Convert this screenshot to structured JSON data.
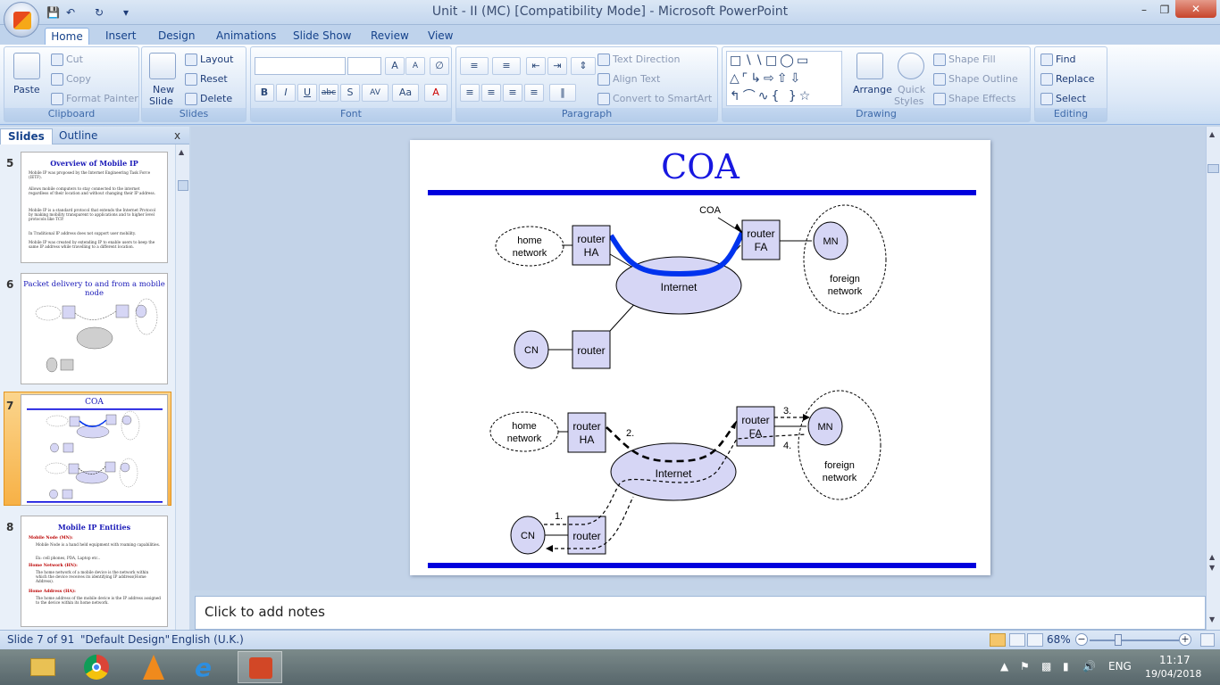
{
  "window": {
    "title": "Unit - II (MC) [Compatibility Mode] - Microsoft PowerPoint",
    "minimize": "–",
    "maximize": "❐",
    "close": "✕"
  },
  "tabs": [
    "Home",
    "Insert",
    "Design",
    "Animations",
    "Slide Show",
    "Review",
    "View"
  ],
  "active_tab": "Home",
  "ribbon": {
    "clipboard": {
      "label": "Clipboard",
      "paste": "Paste",
      "cut": "Cut",
      "copy": "Copy",
      "format_painter": "Format Painter"
    },
    "slides": {
      "label": "Slides",
      "new_slide_1": "New",
      "new_slide_2": "Slide",
      "layout": "Layout",
      "reset": "Reset",
      "delete": "Delete"
    },
    "font": {
      "label": "Font",
      "bold": "B",
      "italic": "I",
      "underline": "U",
      "strike": "abc",
      "shadow": "S",
      "spacing": "AV",
      "case": "Aa",
      "color": "A",
      "grow": "A",
      "shrink": "A"
    },
    "paragraph": {
      "label": "Paragraph",
      "text_direction": "Text Direction",
      "align_text": "Align Text",
      "convert_smartart": "Convert to SmartArt"
    },
    "drawing": {
      "label": "Drawing",
      "arrange": "Arrange",
      "quick_styles_1": "Quick",
      "quick_styles_2": "Styles",
      "shape_fill": "Shape Fill",
      "shape_outline": "Shape Outline",
      "shape_effects": "Shape Effects"
    },
    "editing": {
      "label": "Editing",
      "find": "Find",
      "replace": "Replace",
      "select": "Select"
    }
  },
  "left_pane": {
    "tab_slides": "Slides",
    "tab_outline": "Outline",
    "close": "x",
    "thumbnails": [
      {
        "num": "5",
        "title": "Overview of Mobile IP",
        "bullets": [
          "Mobile IP was proposed by the Internet Engineering Task Force (IETF).",
          "Allows mobile computers to stay connected to the internet regardless of their location and without changing their IP address.",
          "Mobile IP is a standard protocol that extends the Internet Protocol by making mobility transparent to applications and to higher level protocols like TCP.",
          "In Traditional IP address does not support user mobility.",
          "Mobile IP was created by extending IP to enable users to keep the same IP address while travelling to a different location."
        ]
      },
      {
        "num": "6",
        "title": "Packet delivery to and from a mobile node"
      },
      {
        "num": "7",
        "title": "COA"
      },
      {
        "num": "8",
        "title": "Mobile IP Entities",
        "sections": [
          {
            "head": "Mobile Node (MN):",
            "items": [
              "Mobile Node is a hand held equipment with roaming capabilities.",
              "Ex: cell phones, PDA, Laptop etc.."
            ]
          },
          {
            "head": "Home Network (HN):",
            "items": [
              "The home network of a mobile device is the network within which the device receives its identifying IP address(Home Address)."
            ]
          },
          {
            "head": "Home Address (HA):",
            "items": [
              "The home address of the mobile device is the IP address assigned to the device within its home network."
            ]
          }
        ]
      }
    ]
  },
  "slide": {
    "title": "COA",
    "diagram1": {
      "home_network_1": "home",
      "home_network_2": "network",
      "router_ha_1": "router",
      "router_ha_2": "HA",
      "router_fa_1": "router",
      "router_fa_2": "FA",
      "internet": "Internet",
      "mn": "MN",
      "cn": "CN",
      "router": "router",
      "foreign_1": "foreign",
      "foreign_2": "network",
      "coa": "COA"
    },
    "diagram2": {
      "home_network_1": "home",
      "home_network_2": "network",
      "router_ha_1": "router",
      "router_ha_2": "HA",
      "router_fa_1": "router",
      "router_fa_2": "FA",
      "internet": "Internet",
      "mn": "MN",
      "cn": "CN",
      "router": "router",
      "foreign_1": "foreign",
      "foreign_2": "network",
      "step1": "1.",
      "step2": "2.",
      "step3": "3.",
      "step4": "4."
    }
  },
  "notes_placeholder": "Click to add notes",
  "status": {
    "slide": "Slide 7 of 91",
    "theme": "\"Default Design\"",
    "language": "English (U.K.)",
    "zoom": "68%",
    "zoom_level": 0.68
  },
  "taskbar": {
    "language": "ENG",
    "time": "11:17",
    "date": "19/04/2018"
  },
  "colors": {
    "slide_title": "#1717e0",
    "rule_blue": "#0000dd",
    "node_fill": "#d6d6f5",
    "tunnel_blue": "#0033ee",
    "thumb_selected": "#f7b146"
  }
}
